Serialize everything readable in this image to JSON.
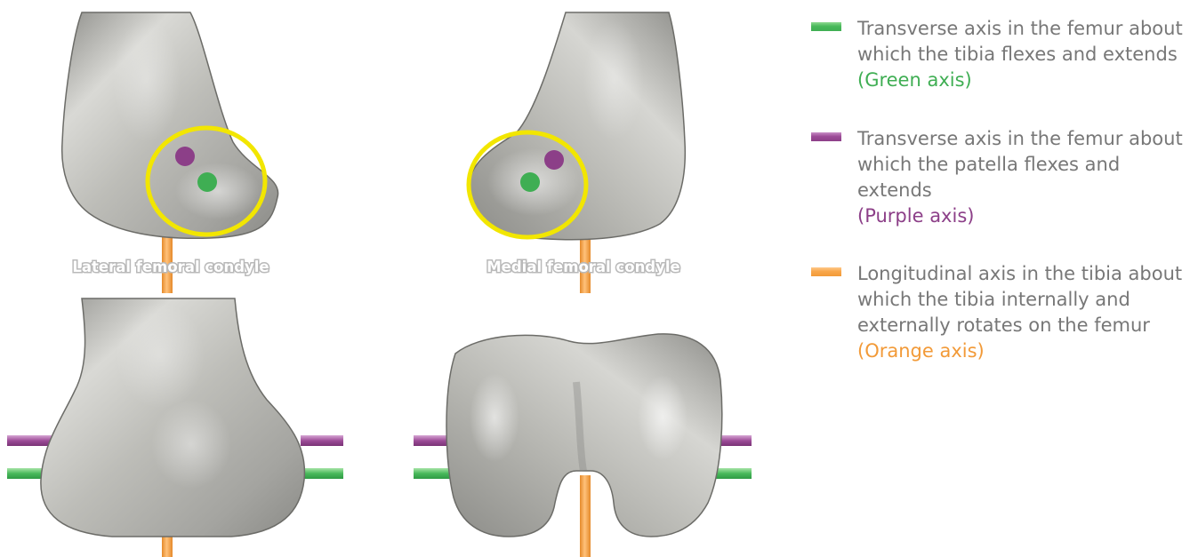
{
  "labels": {
    "lateral": "Lateral femoral condyle",
    "medial": "Medial femoral condyle"
  },
  "legend": [
    {
      "description": "Transverse axis in the femur about which the tibia flexes and extends",
      "axis_label": "(Green axis)",
      "color": "#3fae53",
      "swatch": "green"
    },
    {
      "description": "Transverse axis in the femur about which the patella flexes and extends",
      "axis_label": "(Purple axis)",
      "color": "#8c3f88",
      "swatch": "purple"
    },
    {
      "description": "Longitudinal axis in the tibia about which the tibia internally and externally rotates on the femur",
      "axis_label": "(Orange axis)",
      "color": "#f29a38",
      "swatch": "orange"
    }
  ],
  "colors": {
    "bone": "#c9c9c4",
    "highlight_circle": "#f2e600",
    "green": "#3fae53",
    "purple": "#8c3f88",
    "orange": "#f29a38"
  }
}
